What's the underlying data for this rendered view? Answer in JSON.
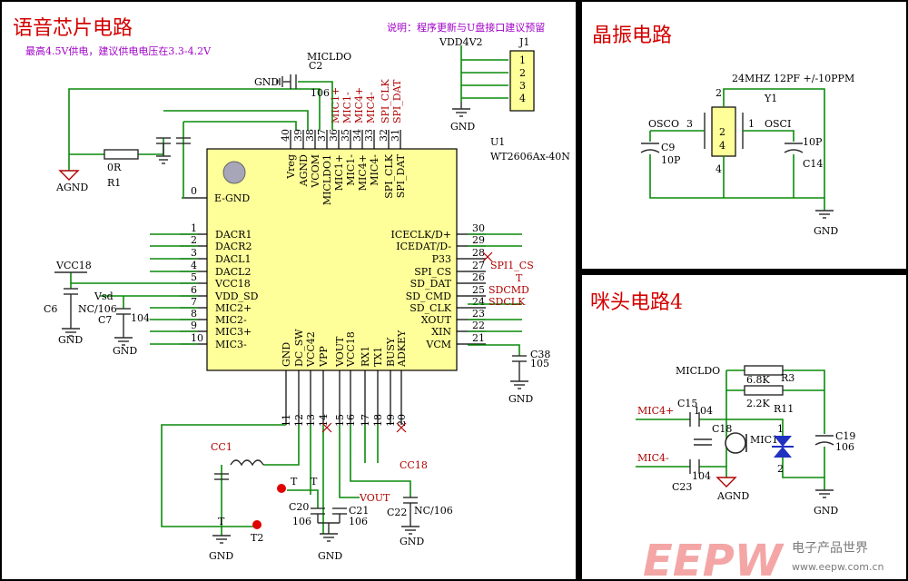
{
  "panels": {
    "main": {
      "title": "语音芯片电路",
      "note": "说明：程序更新与U盘接口建议预留",
      "subnote": "最高4.5V供电，建议供电电压在3.3-4.2V",
      "chip_ref": "U1",
      "chip_part": "WT2606Ax-40N",
      "connector_ref": "J1",
      "connector_net": "VDD4V2",
      "connector_pins": [
        "1",
        "2",
        "3",
        "4"
      ]
    },
    "crystal": {
      "title": "晶振电路",
      "spec": "24MHZ 12PF +/-10PPM",
      "ref": "Y1",
      "left_net": "OSCO",
      "right_net": "OSCI",
      "c_left_ref": "C9",
      "c_left_val": "10P",
      "c_right_ref": "C14",
      "c_right_val": "10P",
      "pins": [
        "1",
        "2",
        "3",
        "4"
      ],
      "gnd": "GND"
    },
    "mic": {
      "title": "咪头电路4",
      "net_ldo": "MICLDO",
      "r3_val": "6.8K",
      "r3_ref": "R3",
      "r11_val": "2.2K",
      "r11_ref": "R11",
      "mic_p": "MIC4+",
      "mic_n": "MIC4-",
      "c15_ref": "C15",
      "c15_val": "104",
      "c23_ref": "C23",
      "c23_val": "104",
      "c18_ref": "C18",
      "mic_ref": "MIC1",
      "c19_ref": "C19",
      "c19_val": "106",
      "agnd": "AGND",
      "gnd": "GND",
      "d_pin1": "1",
      "d_pin2": "2"
    }
  },
  "chip": {
    "left_pins": [
      {
        "num": "1",
        "name": "DACR1"
      },
      {
        "num": "2",
        "name": "DACR2"
      },
      {
        "num": "3",
        "name": "DACL1"
      },
      {
        "num": "4",
        "name": "DACL2"
      },
      {
        "num": "5",
        "name": "VCC18"
      },
      {
        "num": "6",
        "name": "VDD_SD"
      },
      {
        "num": "7",
        "name": "MIC2+"
      },
      {
        "num": "8",
        "name": "MIC2-"
      },
      {
        "num": "9",
        "name": "MIC3+"
      },
      {
        "num": "10",
        "name": "MIC3-"
      }
    ],
    "right_pins": [
      {
        "num": "30",
        "name": "ICECLK/D+"
      },
      {
        "num": "29",
        "name": "ICEDAT/D-"
      },
      {
        "num": "28",
        "name": "P33"
      },
      {
        "num": "27",
        "name": "SPI_CS"
      },
      {
        "num": "26",
        "name": "SD_DAT"
      },
      {
        "num": "25",
        "name": "SD_CMD"
      },
      {
        "num": "24",
        "name": "SD_CLK"
      },
      {
        "num": "23",
        "name": "XOUT"
      },
      {
        "num": "22",
        "name": "XIN"
      },
      {
        "num": "21",
        "name": "VCM"
      }
    ],
    "top_pins": [
      {
        "num": "40",
        "name": "Vreg"
      },
      {
        "num": "39",
        "name": "AGND"
      },
      {
        "num": "38",
        "name": "VCOM"
      },
      {
        "num": "37",
        "name": "MICLDO1"
      },
      {
        "num": "36",
        "name": "MIC1+"
      },
      {
        "num": "35",
        "name": "MIC1-"
      },
      {
        "num": "34",
        "name": "MIC4+"
      },
      {
        "num": "33",
        "name": "MIC4-"
      },
      {
        "num": "32",
        "name": "SPI_CLK"
      },
      {
        "num": "31",
        "name": "SPI_DAT"
      }
    ],
    "bottom_pins": [
      {
        "num": "11",
        "name": "GND"
      },
      {
        "num": "12",
        "name": "DC_SW"
      },
      {
        "num": "13",
        "name": "VCC42"
      },
      {
        "num": "14",
        "name": "VPP"
      },
      {
        "num": "15",
        "name": "VOUT"
      },
      {
        "num": "16",
        "name": "VCC18"
      },
      {
        "num": "17",
        "name": "RX1"
      },
      {
        "num": "18",
        "name": "TX1"
      },
      {
        "num": "19",
        "name": "BUSY"
      },
      {
        "num": "20",
        "name": "ADKEY"
      }
    ],
    "egnd": {
      "num": "0",
      "name": "E-GND"
    },
    "top_nets": [
      "MIC1+",
      "MIC1-",
      "MIC4+",
      "MIC4-",
      "SPI_CLK",
      "SPI_DAT"
    ],
    "right_nets": {
      "spi_cs": "SPI1_CS",
      "t": "T",
      "sdcmd": "SDCMD",
      "sdclk": "SDCLK"
    }
  },
  "parts": {
    "c2": {
      "ref": "C2",
      "val": "106",
      "net": "MICLDO",
      "gnd": "GND"
    },
    "r1": {
      "ref": "R1",
      "val": "0R"
    },
    "agnd": "AGND",
    "vcc18": "VCC18",
    "c6": {
      "ref": "C6",
      "val": "NC/106"
    },
    "vsd": "Vsd",
    "c7": {
      "ref": "C7",
      "val": "104"
    },
    "c38": {
      "ref": "C38",
      "val": "105"
    },
    "cc1": "CC1",
    "cc18": "CC18",
    "c20": {
      "ref": "C20",
      "val": "106"
    },
    "c21": {
      "ref": "C21",
      "val": "106"
    },
    "c22": {
      "ref": "C22",
      "val": "NC/106"
    },
    "vout": "VOUT",
    "t": "T",
    "t2": "T2",
    "gnd": "GND"
  },
  "watermark": {
    "logo": "EEPW",
    "cn": "电子产品世界",
    "url": "www.eepw.com.cn"
  },
  "colors": {
    "chip_fill": "#ffff99",
    "wire": "#0a8a0a",
    "title": "#d40000",
    "label": "#a000c8"
  }
}
